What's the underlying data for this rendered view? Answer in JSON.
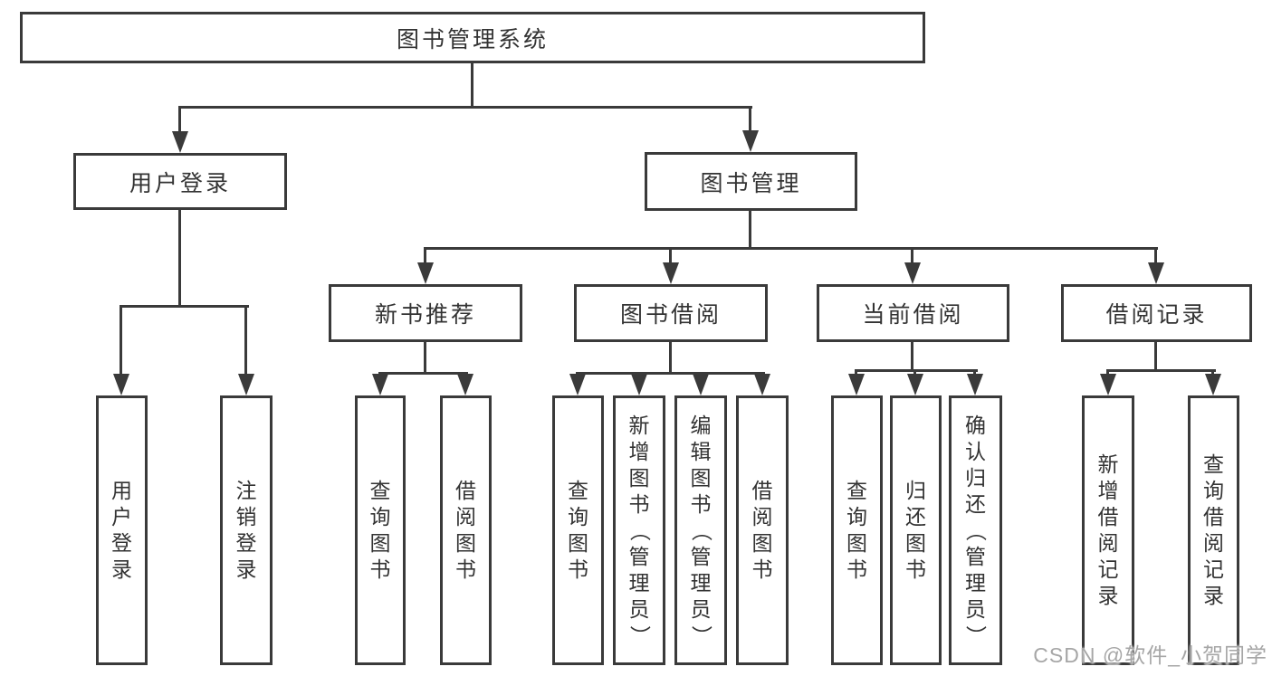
{
  "diagram_type": "hierarchy-tree",
  "colors": {
    "line": "#3a3a3a",
    "text": "#333333",
    "watermark": "#a6a6a6",
    "background": "#ffffff"
  },
  "watermark": "CSDN @软件_小贺同学",
  "tree": {
    "label": "图书管理系统",
    "children": [
      {
        "label": "用户登录",
        "children": [
          {
            "label": "用户登录"
          },
          {
            "label": "注销登录"
          }
        ]
      },
      {
        "label": "图书管理",
        "children": [
          {
            "label": "新书推荐",
            "children": [
              {
                "label": "查询图书"
              },
              {
                "label": "借阅图书"
              }
            ]
          },
          {
            "label": "图书借阅",
            "children": [
              {
                "label": "查询图书"
              },
              {
                "label": "新增图书（管理员）"
              },
              {
                "label": "编辑图书（管理员）"
              },
              {
                "label": "借阅图书"
              }
            ]
          },
          {
            "label": "当前借阅",
            "children": [
              {
                "label": "查询图书"
              },
              {
                "label": "归还图书"
              },
              {
                "label": "确认归还（管理员）"
              }
            ]
          },
          {
            "label": "借阅记录",
            "children": [
              {
                "label": "新增借阅记录"
              },
              {
                "label": "查询借阅记录"
              }
            ]
          }
        ]
      }
    ]
  }
}
